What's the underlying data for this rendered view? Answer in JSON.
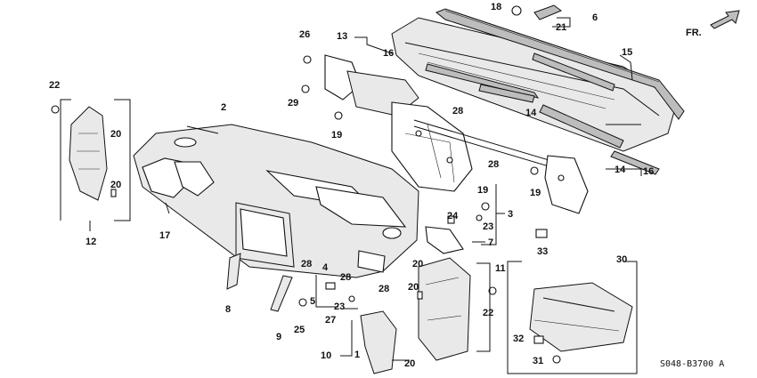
{
  "diagram_code": "S048-B3700 A",
  "direction_label": "FR.",
  "callouts": {
    "c1": "1",
    "c2": "2",
    "c3": "3",
    "c4": "4",
    "c5": "5",
    "c6": "6",
    "c7": "7",
    "c8": "8",
    "c9": "9",
    "c10": "10",
    "c11": "11",
    "c12": "12",
    "c13": "13",
    "c14a": "14",
    "c14b": "14",
    "c15": "15",
    "c16a": "16",
    "c16b": "16",
    "c17": "17",
    "c18": "18",
    "c19a": "19",
    "c19b": "19",
    "c19c": "19",
    "c20a": "20",
    "c20b": "20",
    "c20c": "20",
    "c20d": "20",
    "c20e": "20",
    "c21": "21",
    "c22a": "22",
    "c22b": "22",
    "c23a": "23",
    "c23b": "23",
    "c24": "24",
    "c25": "25",
    "c26": "26",
    "c27": "27",
    "c28a": "28",
    "c28b": "28",
    "c28c": "28",
    "c28d": "28",
    "c28e": "28",
    "c29": "29",
    "c30": "30",
    "c31": "31",
    "c32": "32",
    "c33": "33"
  }
}
